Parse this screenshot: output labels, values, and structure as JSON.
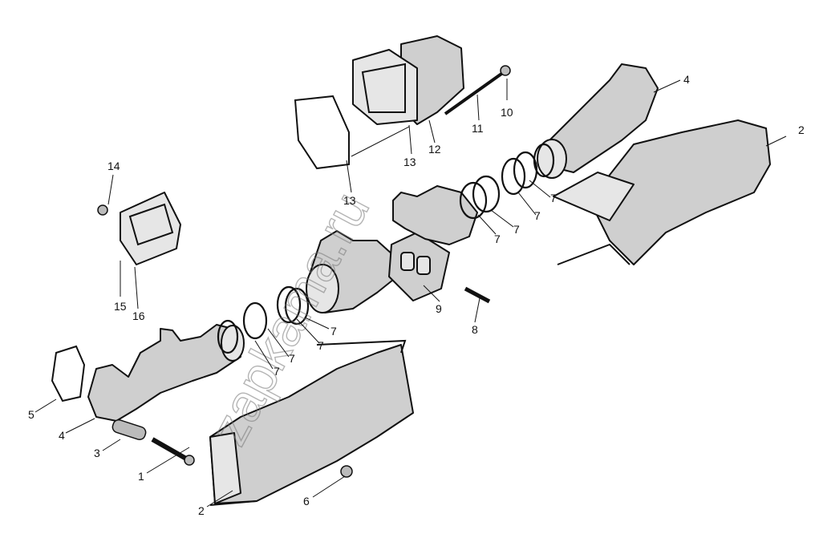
{
  "watermark": "zapkama.ru",
  "callouts": {
    "c1": "1",
    "c2a": "2",
    "c2b": "2",
    "c3": "3",
    "c4a": "4",
    "c4b": "4",
    "c5": "5",
    "c6": "6",
    "c7a": "7",
    "c7b": "7",
    "c7c": "7",
    "c7d": "7",
    "c7e": "7",
    "c7f": "7",
    "c7g": "7",
    "c8": "8",
    "c9": "9",
    "c10": "10",
    "c11": "11",
    "c12": "12",
    "c13a": "13",
    "c13b": "13",
    "c14": "14",
    "c15": "15",
    "c16": "16"
  }
}
